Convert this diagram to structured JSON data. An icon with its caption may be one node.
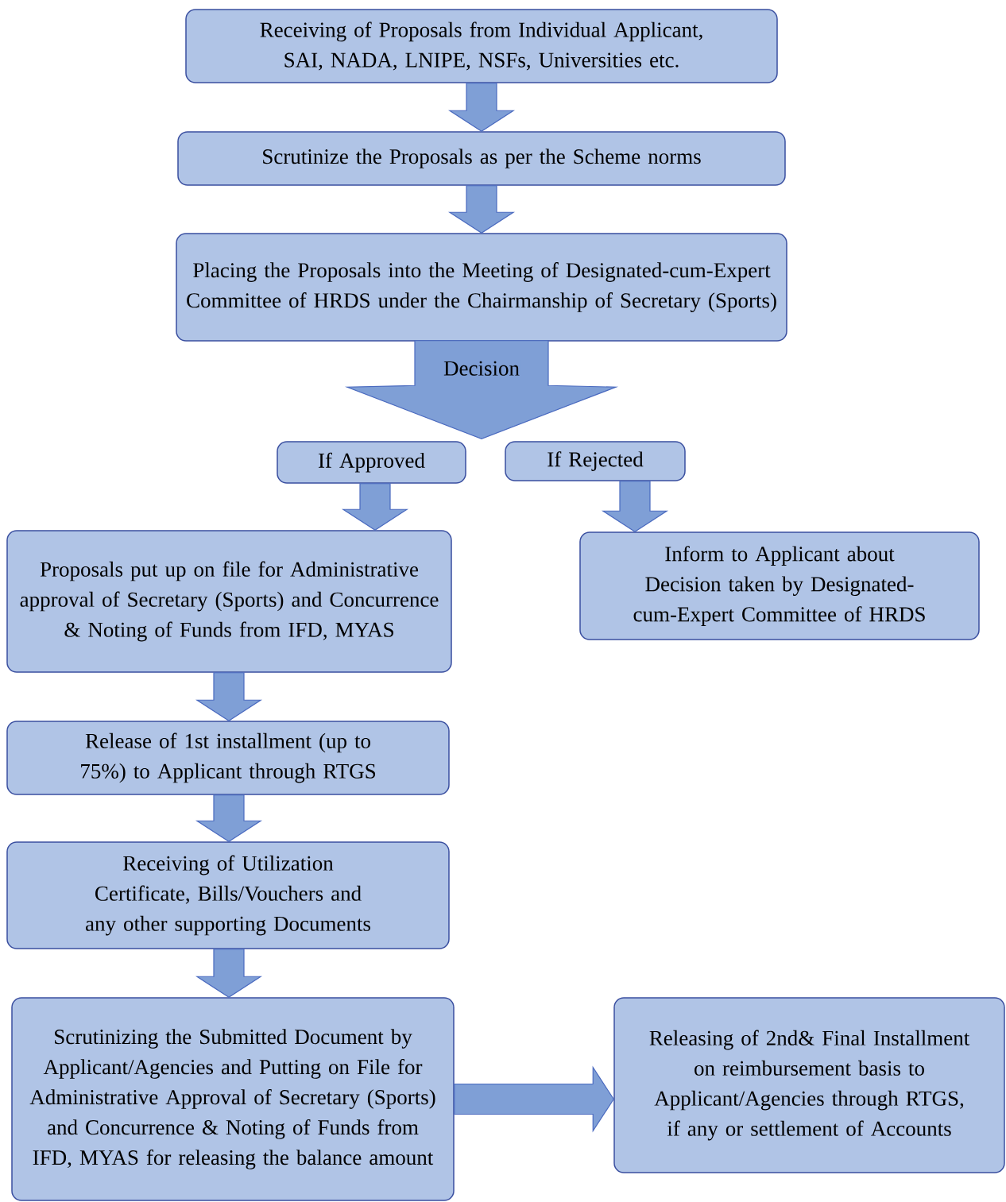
{
  "diagram": {
    "nodes": [
      {
        "text": [
          "Receiving of Proposals from Individual Applicant, SAI, NADA, LNIPE, NSFs, Universities etc."
        ]
      },
      {
        "text": [
          "Scrutinize the Proposals as per the Scheme norms"
        ]
      },
      {
        "text": [
          "Placing the Proposals into the Meeting of Designated-cum-Expert Committee of HRDS under the Chairmanship of Secretary (Sports)"
        ]
      },
      {
        "text": [
          "If Approved"
        ]
      },
      {
        "text": [
          "If Rejected"
        ]
      },
      {
        "text": [
          "Proposals put up on file for Administrative approval of Secretary (Sports) and Concurrence & Noting of Funds from IFD, MYAS"
        ]
      },
      {
        "text": [
          "Inform to Applicant about Decision taken by Designated-cum-Expert Committee of HRDS"
        ]
      },
      {
        "text": [
          "Release of 1st installment (up to 75%) to Applicant through RTGS"
        ]
      },
      {
        "text": [
          "Receiving of Utilization Certificate, Bills/Vouchers and any other supporting Documents"
        ]
      },
      {
        "text": [
          "Scrutinizing the Submitted Document by Applicant/Agencies and Putting on File for Administrative Approval of Secretary (Sports) and Concurrence & Noting of Funds from IFD, MYAS for releasing the balance amount"
        ]
      },
      {
        "text": [
          "Releasing of 2nd& Final Installment on reimbursement basis to Applicant/Agencies through RTGS, if any or settlement of Accounts"
        ]
      }
    ],
    "edges": [
      {
        "from": 0,
        "to": 1,
        "arrow": "to"
      },
      {
        "from": 1,
        "to": 2,
        "arrow": "to"
      },
      {
        "from": 2,
        "to": 3,
        "arrow": "to",
        "label": "Decision"
      },
      {
        "from": 2,
        "to": 4,
        "arrow": "to"
      },
      {
        "from": 3,
        "to": 5,
        "arrow": "to"
      },
      {
        "from": 4,
        "to": 6,
        "arrow": "to"
      },
      {
        "from": 5,
        "to": 7,
        "arrow": "to"
      },
      {
        "from": 7,
        "to": 8,
        "arrow": "to"
      },
      {
        "from": 8,
        "to": 9,
        "arrow": "to"
      },
      {
        "from": 9,
        "to": 10,
        "arrow": "to"
      }
    ]
  }
}
